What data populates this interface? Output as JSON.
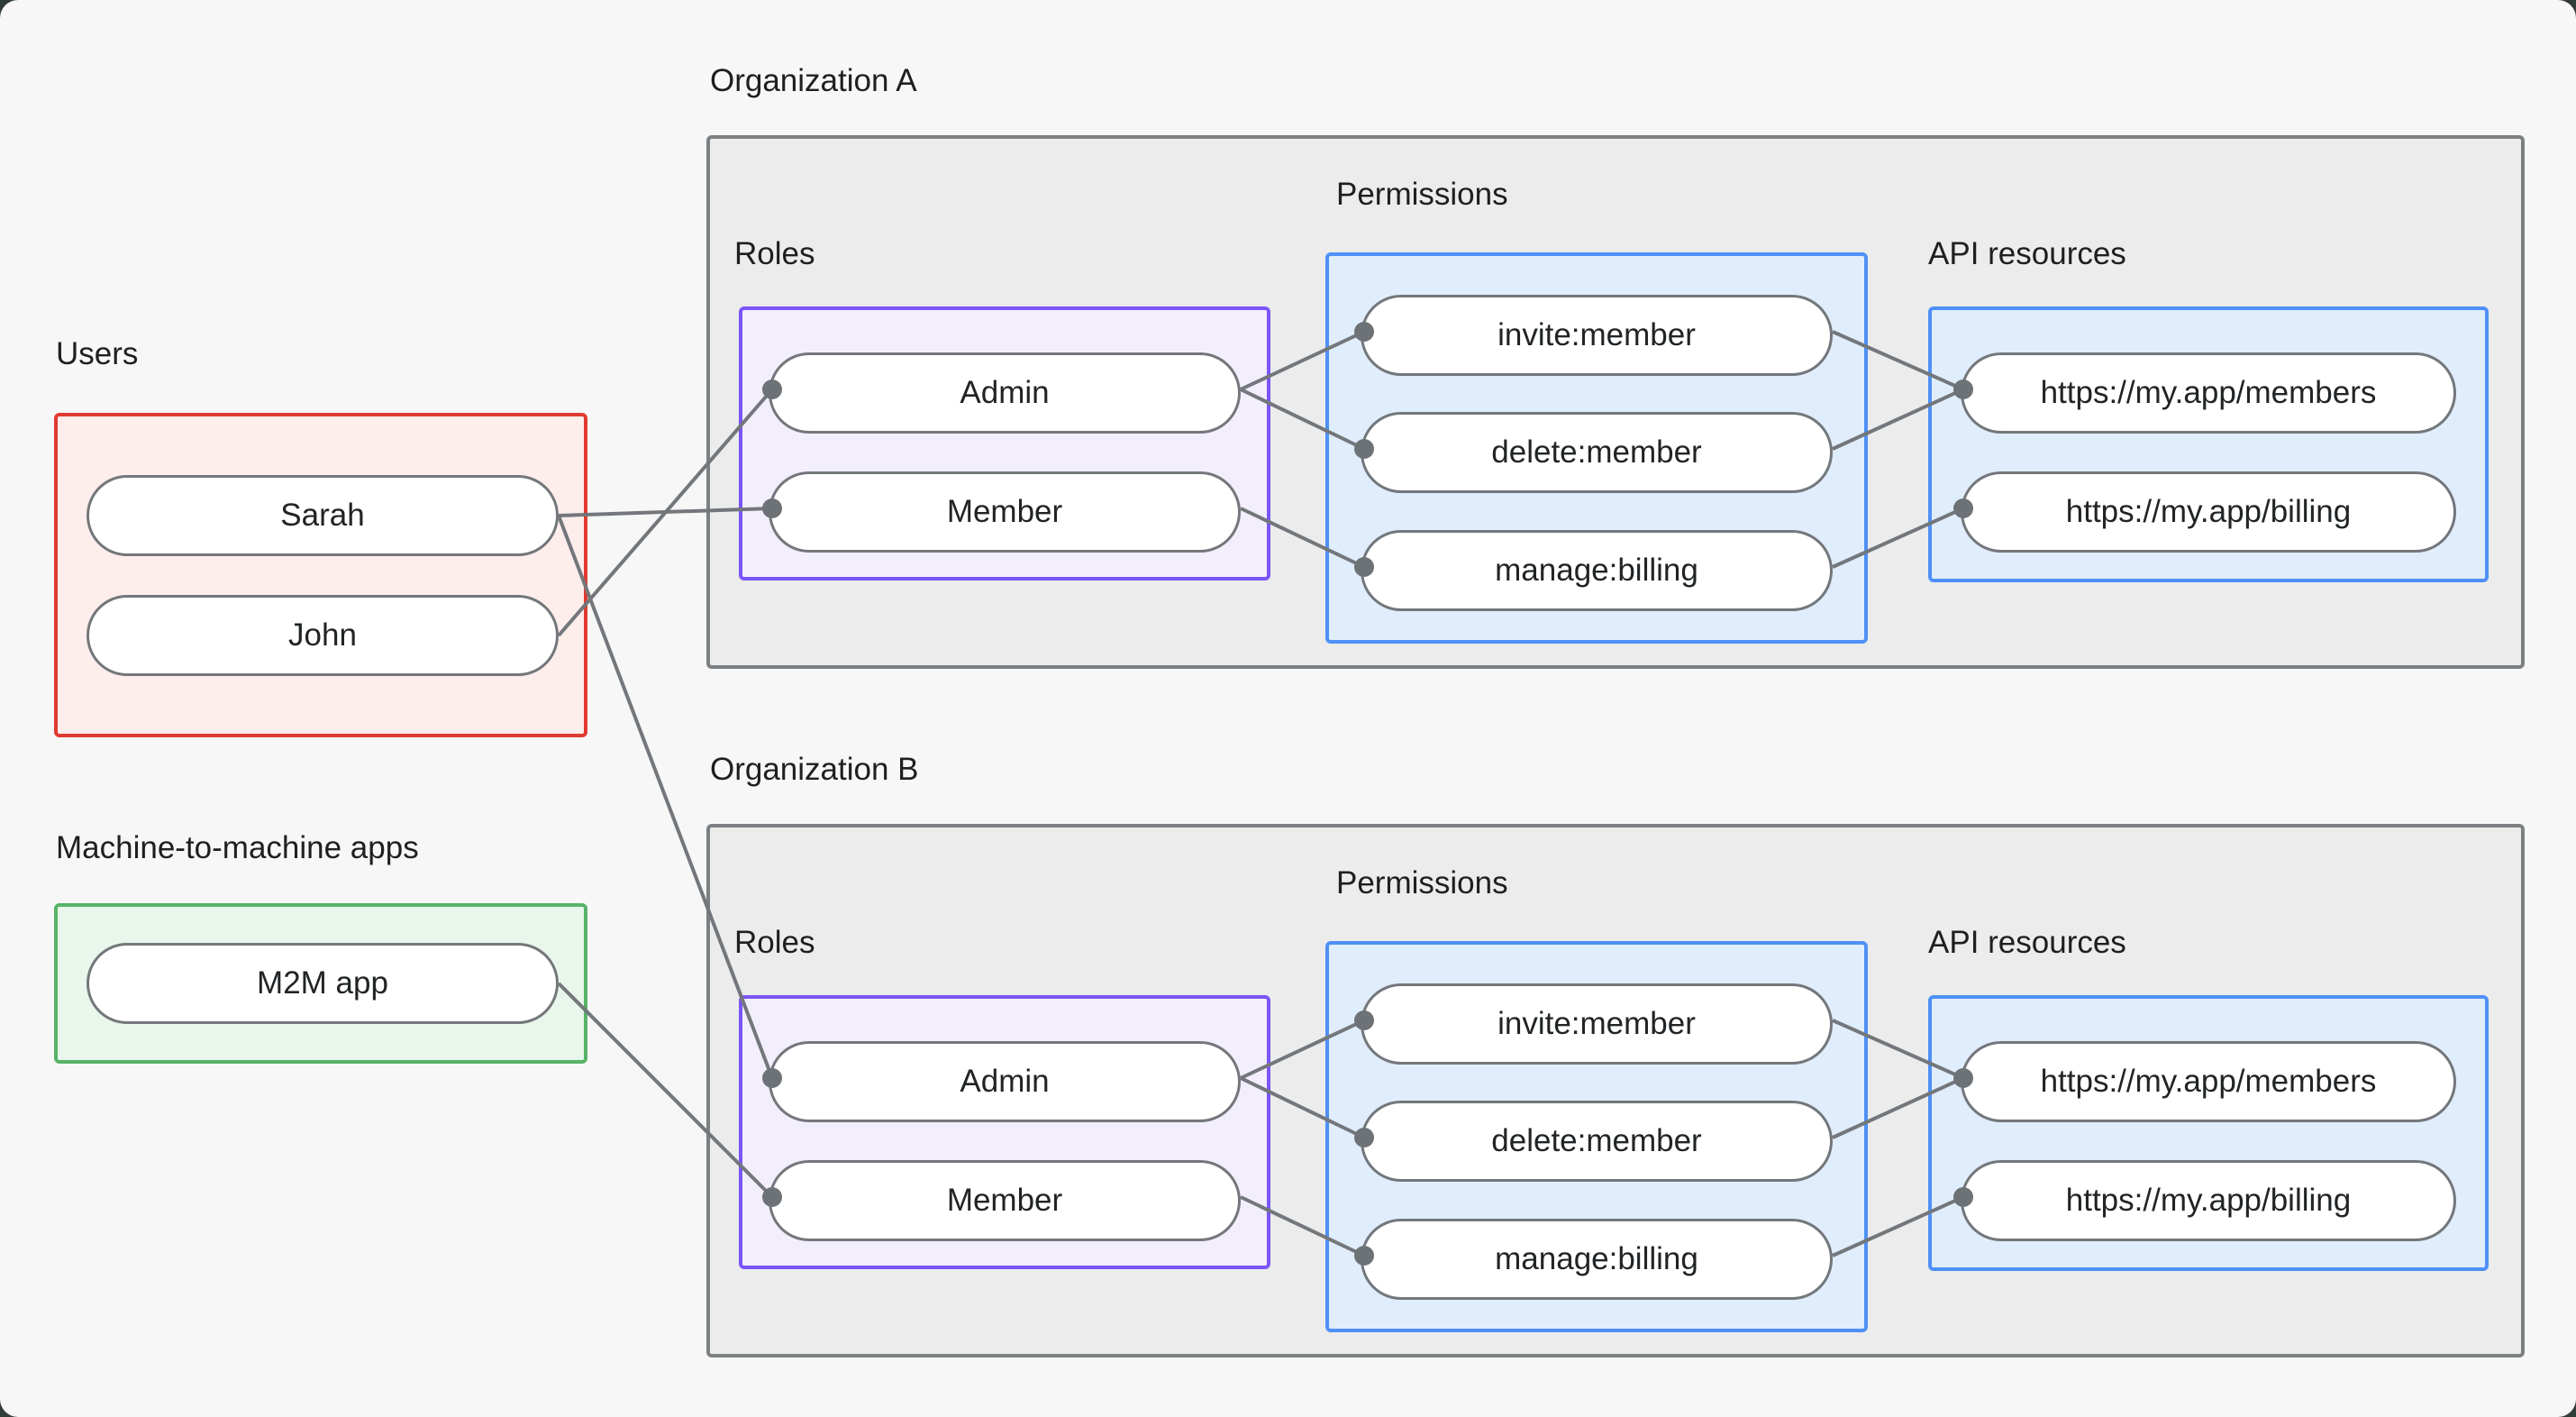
{
  "palette": {
    "page_bg": "#f6f7f6",
    "org_box_bg": "#ebeceb",
    "org_box_border": "#7c8083",
    "users_box_bg": "#fdeeec",
    "users_box_border": "#e03a31",
    "m2m_box_bg": "#e9f6eb",
    "m2m_box_border": "#57b368",
    "roles_box_bg": "#f3eefc",
    "roles_box_border": "#7b55f6",
    "blue_box_bg": "#e0edfc",
    "blue_box_border": "#4e90f6",
    "pill_bg": "#ffffff",
    "pill_border": "#73777b",
    "edge_color": "#73777b",
    "dot_color": "#6d7276",
    "text_color": "#212426"
  },
  "users_group": {
    "label": "Users",
    "items": [
      "Sarah",
      "John"
    ]
  },
  "m2m_group": {
    "label": "Machine-to-machine apps",
    "items": [
      "M2M app"
    ]
  },
  "org_a": {
    "title": "Organization A",
    "roles_label": "Roles",
    "permissions_label": "Permissions",
    "api_label": "API resources",
    "roles": [
      "Admin",
      "Member"
    ],
    "permissions": [
      "invite:member",
      "delete:member",
      "manage:billing"
    ],
    "api_resources": [
      "https://my.app/members",
      "https://my.app/billing"
    ]
  },
  "org_b": {
    "title": "Organization B",
    "roles_label": "Roles",
    "permissions_label": "Permissions",
    "api_label": "API resources",
    "roles": [
      "Admin",
      "Member"
    ],
    "permissions": [
      "invite:member",
      "delete:member",
      "manage:billing"
    ],
    "api_resources": [
      "https://my.app/members",
      "https://my.app/billing"
    ]
  },
  "connections": [
    {
      "from": "users.Sarah",
      "to": "orgA.roles.Member"
    },
    {
      "from": "users.John",
      "to": "orgA.roles.Admin"
    },
    {
      "from": "users.Sarah",
      "to": "orgB.roles.Admin"
    },
    {
      "from": "m2m.M2M app",
      "to": "orgB.roles.Member"
    },
    {
      "from": "orgA.roles.Admin",
      "to": "orgA.permissions.invite:member"
    },
    {
      "from": "orgA.roles.Admin",
      "to": "orgA.permissions.delete:member"
    },
    {
      "from": "orgA.roles.Member",
      "to": "orgA.permissions.manage:billing"
    },
    {
      "from": "orgA.permissions.invite:member",
      "to": "orgA.api.https://my.app/members"
    },
    {
      "from": "orgA.permissions.delete:member",
      "to": "orgA.api.https://my.app/members"
    },
    {
      "from": "orgA.permissions.manage:billing",
      "to": "orgA.api.https://my.app/billing"
    },
    {
      "from": "orgB.roles.Admin",
      "to": "orgB.permissions.invite:member"
    },
    {
      "from": "orgB.roles.Admin",
      "to": "orgB.permissions.delete:member"
    },
    {
      "from": "orgB.roles.Member",
      "to": "orgB.permissions.manage:billing"
    },
    {
      "from": "orgB.permissions.invite:member",
      "to": "orgB.api.https://my.app/members"
    },
    {
      "from": "orgB.permissions.delete:member",
      "to": "orgB.api.https://my.app/members"
    },
    {
      "from": "orgB.permissions.manage:billing",
      "to": "orgB.api.https://my.app/billing"
    }
  ]
}
